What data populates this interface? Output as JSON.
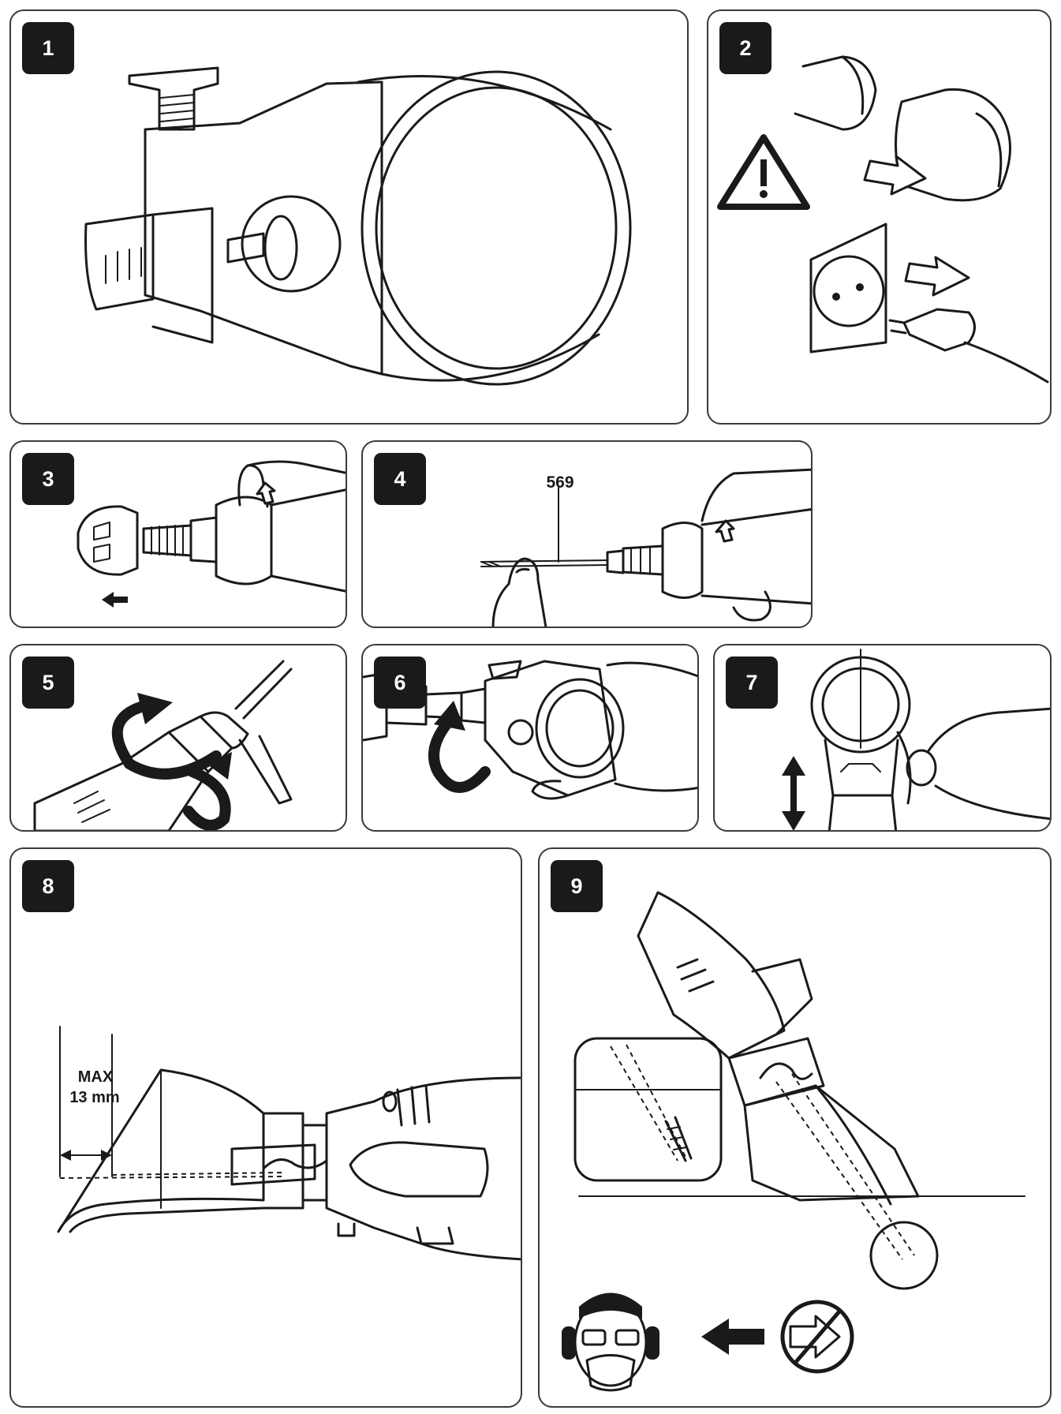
{
  "steps": [
    {
      "number": "1"
    },
    {
      "number": "2"
    },
    {
      "number": "3"
    },
    {
      "number": "4",
      "part_label": "569"
    },
    {
      "number": "5"
    },
    {
      "number": "6"
    },
    {
      "number": "7"
    },
    {
      "number": "8",
      "max_label": "MAX",
      "max_value": "13 mm"
    },
    {
      "number": "9"
    }
  ],
  "icons": {
    "step1": [
      "drill-attachment-icon"
    ],
    "step2": [
      "warning-triangle-icon",
      "battery-removal-icon",
      "power-socket-icon",
      "unplug-arrow-icon"
    ],
    "step3": [
      "collet-nut-icon",
      "hand-icon",
      "arrow-left-icon"
    ],
    "step4": [
      "drill-bit-icon",
      "hand-icon"
    ],
    "step5": [
      "rotation-arrow-icon",
      "rotary-tool-icon"
    ],
    "step6": [
      "rotation-arrow-icon",
      "attachment-icon",
      "hand-icon"
    ],
    "step7": [
      "up-down-arrow-icon",
      "attachment-icon",
      "hand-icon"
    ],
    "step8": [
      "depth-dimension-icon",
      "rotary-tool-icon"
    ],
    "step9": [
      "protective-gear-icon",
      "arrow-left-icon",
      "no-forward-icon",
      "detail-inset-icon"
    ]
  },
  "colors": {
    "ink": "#1a1a1a",
    "badge": "#1a1a1a",
    "badge_text": "#ffffff",
    "border": "#3a3a3a"
  }
}
